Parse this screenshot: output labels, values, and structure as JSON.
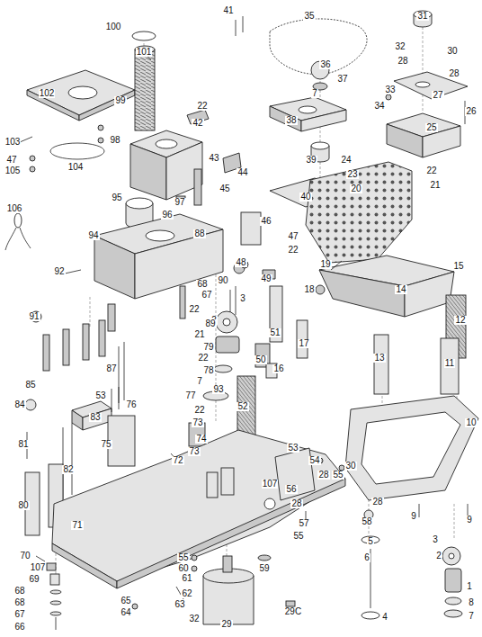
{
  "diagram": {
    "labels": [
      "41",
      "35",
      "31",
      "100",
      "101",
      "32",
      "30",
      "28",
      "28",
      "36",
      "37",
      "7",
      "33",
      "27",
      "34",
      "26",
      "102",
      "99",
      "22",
      "42",
      "38",
      "25",
      "98",
      "103",
      "47",
      "105",
      "104",
      "39",
      "24",
      "23",
      "22",
      "21",
      "43",
      "44",
      "45",
      "20",
      "40",
      "95",
      "97",
      "96",
      "106",
      "46",
      "88",
      "94",
      "47",
      "22",
      "48",
      "19",
      "15",
      "92",
      "49",
      "90",
      "68",
      "14",
      "18",
      "67",
      "3",
      "22",
      "91",
      "2",
      "12",
      "89",
      "51",
      "21",
      "17",
      "79",
      "22",
      "50",
      "13",
      "11",
      "87",
      "16",
      "78",
      "7",
      "85",
      "93",
      "53",
      "77",
      "84",
      "76",
      "52",
      "22",
      "83",
      "10",
      "73",
      "74",
      "75",
      "81",
      "53",
      "73",
      "72",
      "54",
      "30",
      "82",
      "28",
      "55",
      "107",
      "56",
      "28",
      "28",
      "80",
      "9",
      "9",
      "58",
      "57",
      "71",
      "55",
      "3",
      "5",
      "70",
      "2",
      "6",
      "55",
      "107",
      "60",
      "59",
      "61",
      "69",
      "1",
      "68",
      "62",
      "65",
      "68",
      "8",
      "63",
      "64",
      "29C",
      "67",
      "7",
      "4",
      "32",
      "29",
      "66"
    ]
  }
}
